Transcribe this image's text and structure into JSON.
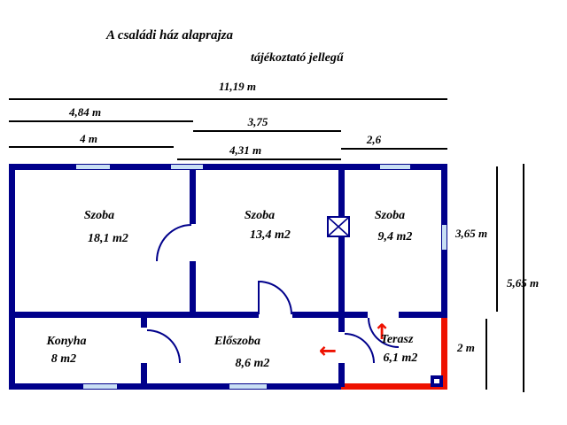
{
  "title": {
    "line1": "A családi ház alaprajza",
    "line2": "tájékoztató jellegű"
  },
  "dimensions": {
    "top": [
      {
        "label": "11,19 m"
      },
      {
        "label": "4,84 m"
      },
      {
        "label": "3,75"
      },
      {
        "label": "4 m"
      },
      {
        "label": "2,6"
      },
      {
        "label": "4,31 m"
      }
    ],
    "right": [
      {
        "label": "3,65 m"
      },
      {
        "label": "5,65 m"
      },
      {
        "label": "2 m"
      }
    ]
  },
  "rooms": [
    {
      "name": "Szoba",
      "area": "18,1 m2"
    },
    {
      "name": "Szoba",
      "area": "13,4 m2"
    },
    {
      "name": "Szoba",
      "area": "9,4 m2"
    },
    {
      "name": "Konyha",
      "area": "8 m2"
    },
    {
      "name": "Előszoba",
      "area": "8,6 m2"
    },
    {
      "name": "Terasz",
      "area": "6,1 m2"
    }
  ],
  "icons": {
    "arrow_up": "↑",
    "arrow_left": "←"
  },
  "colors": {
    "wall": "#00008B",
    "window": "#C9DFF4",
    "terrace_open_edge": "#EE1100",
    "dimension_lines": "#000000"
  }
}
